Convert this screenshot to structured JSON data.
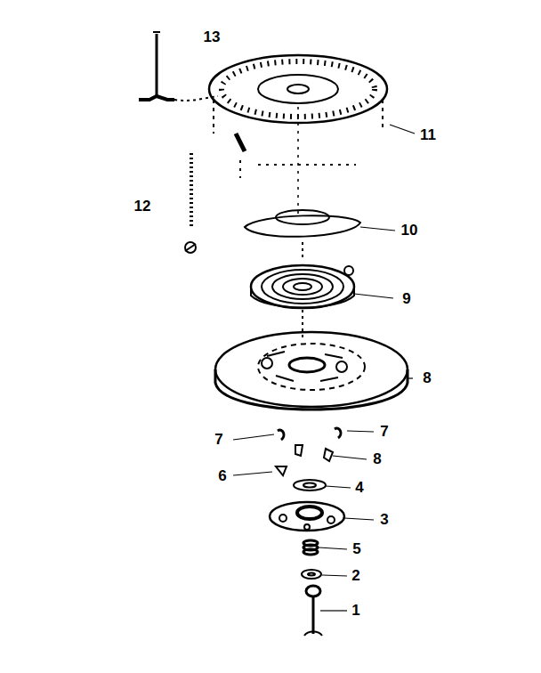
{
  "diagram": {
    "labels": [
      "13",
      "11",
      "12",
      "10",
      "9",
      "8",
      "7",
      "7",
      "6",
      "8",
      "4",
      "3",
      "5",
      "2",
      "1"
    ]
  }
}
